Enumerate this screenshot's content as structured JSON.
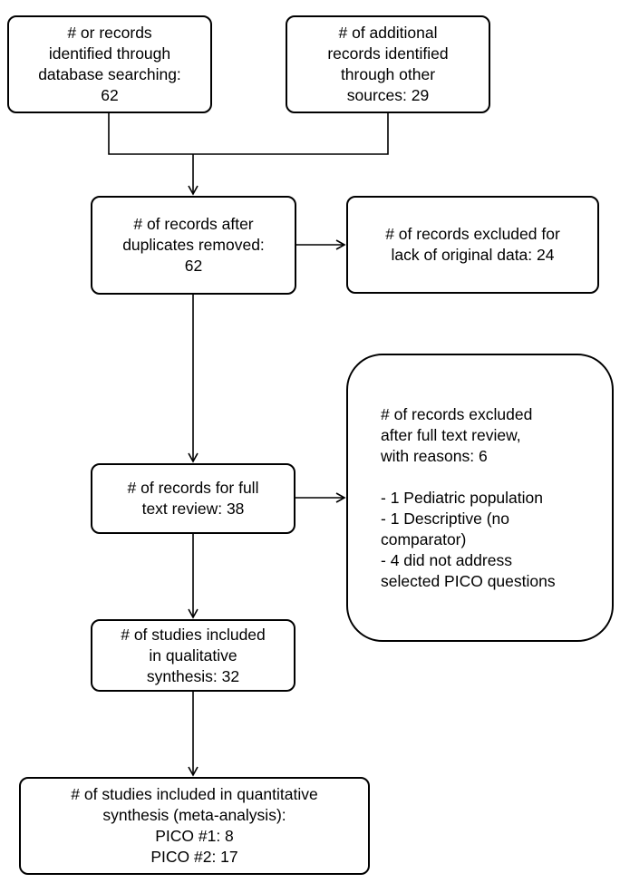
{
  "boxes": {
    "database_search": "# or records\nidentified through\ndatabase searching:\n62",
    "other_sources": "# of additional\nrecords identified\nthrough other\nsources: 29",
    "after_duplicates": "# of records after\nduplicates removed:\n62",
    "excluded_original": "# of records excluded for\nlack of original data: 24",
    "full_text_review": "# of records for full\ntext review: 38",
    "excluded_full_text": "# of records excluded\nafter full text review,\nwith reasons: 6\n\n- 1 Pediatric population\n- 1 Descriptive (no\ncomparator)\n- 4 did not address\nselected PICO questions",
    "qualitative": "# of studies included\nin qualitative\nsynthesis: 32",
    "quantitative": "# of studies included in quantitative\nsynthesis (meta-analysis):\nPICO #1: 8\nPICO #2: 17"
  }
}
